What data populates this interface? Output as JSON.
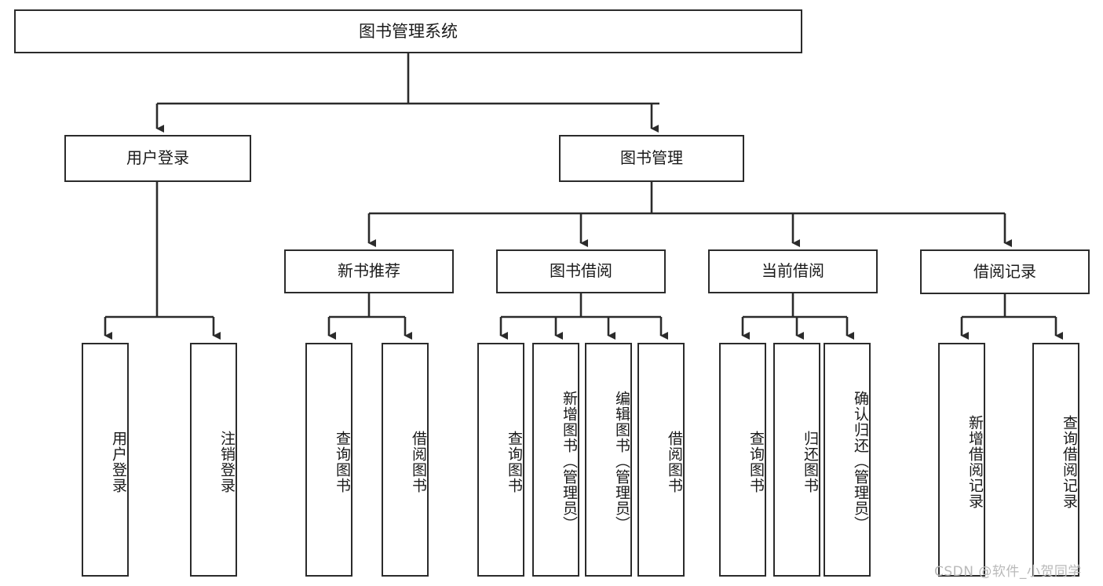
{
  "diagram": {
    "title": "图书管理系统",
    "type": "function-structure-tree",
    "root": {
      "label": "图书管理系统"
    },
    "level1": [
      {
        "label": "用户登录"
      },
      {
        "label": "图书管理"
      }
    ],
    "level2": [
      {
        "label": "新书推荐"
      },
      {
        "label": "图书借阅"
      },
      {
        "label": "当前借阅"
      },
      {
        "label": "借阅记录"
      }
    ],
    "leaves": {
      "user_login": [
        {
          "label": "用户登录"
        },
        {
          "label": "注销登录"
        }
      ],
      "new_book_recommend": [
        {
          "label": "查询图书"
        },
        {
          "label": "借阅图书"
        }
      ],
      "book_borrow": [
        {
          "label": "查询图书"
        },
        {
          "label": "新增图书（管理员）"
        },
        {
          "label": "编辑图书（管理员）"
        },
        {
          "label": "借阅图书"
        }
      ],
      "current_borrow": [
        {
          "label": "查询图书"
        },
        {
          "label": "归还图书"
        },
        {
          "label": "确认归还（管理员）"
        }
      ],
      "borrow_record": [
        {
          "label": "新增借阅记录"
        },
        {
          "label": "查询借阅记录"
        }
      ]
    }
  },
  "watermark": {
    "text": "CSDN @软件_小贺同学"
  },
  "colors": {
    "stroke": "#2b2b2b",
    "fill": "#ffffff",
    "text": "#1a1a1a",
    "watermark": "#b9b9b9"
  }
}
